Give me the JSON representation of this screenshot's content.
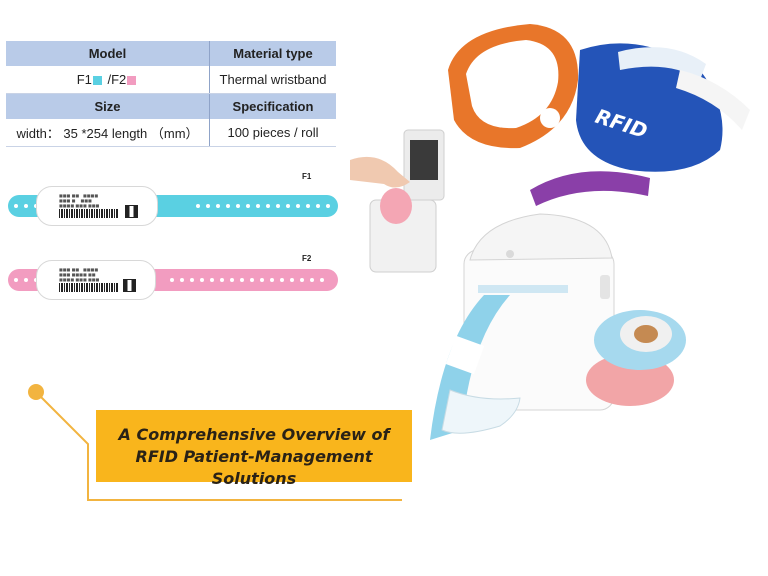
{
  "spec_table": {
    "model_header": "Model",
    "material_header": "Material type",
    "model_f1": "F1",
    "model_f2": "/F2",
    "material_value": "Thermal wristband",
    "size_header": "Size",
    "spec_header": "Specification",
    "size_value": "width： 35 *254  length （mm）",
    "spec_value": "100 pieces / roll"
  },
  "wristbands": {
    "f1_label": "F1",
    "f2_label": "F2"
  },
  "printer_side": {
    "rfid_text": "RFID"
  },
  "banner": {
    "line1": "A Comprehensive Overview of",
    "line2": "RFID Patient-Management Solutions"
  },
  "colors": {
    "f1": "#5ad0e2",
    "f2": "#f29cc0",
    "header_fill": "#b9cbe8",
    "banner": "#f9b51c",
    "accent_line": "#f2b440",
    "band_orange": "#e8762a",
    "band_blue": "#2454b8",
    "band_purple": "#8a3fa8"
  }
}
